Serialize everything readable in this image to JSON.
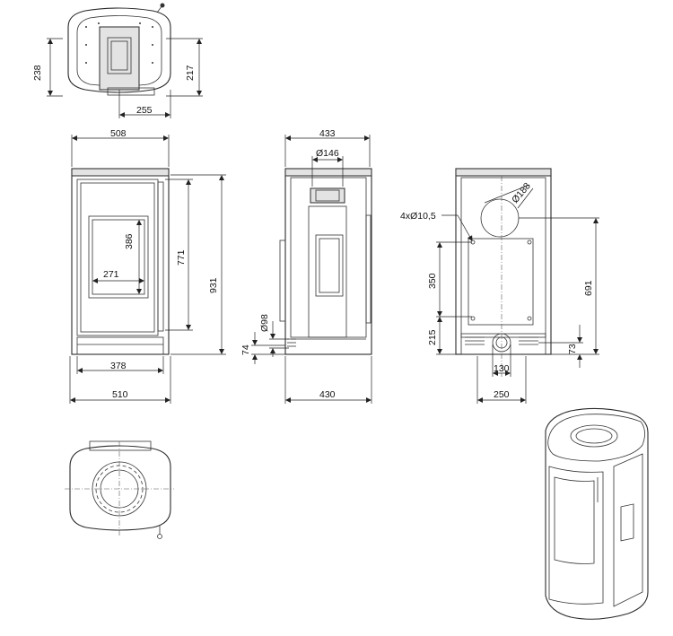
{
  "dimensions": {
    "top_view_depth": "238",
    "top_view_outlet_depth": "217",
    "top_view_outlet_offset": "255",
    "front_top_width": "508",
    "front_glass_height": "386",
    "front_glass_width": "271",
    "front_door_height": "771",
    "front_total_height": "931",
    "front_base_inner_width": "378",
    "front_base_width": "510",
    "side_top_depth": "433",
    "side_flue_diameter": "Ø146",
    "side_air_inlet_diameter": "Ø98",
    "side_air_inlet_height": "74",
    "side_base_depth": "430",
    "rear_flue_diameter": "Ø188",
    "rear_holes": "4xØ10,5",
    "rear_hole_spacing": "350",
    "rear_bottom_offset": "215",
    "rear_flue_height": "691",
    "rear_inlet_height": "73",
    "rear_inlet_spacing": "130",
    "rear_base_width": "250"
  }
}
